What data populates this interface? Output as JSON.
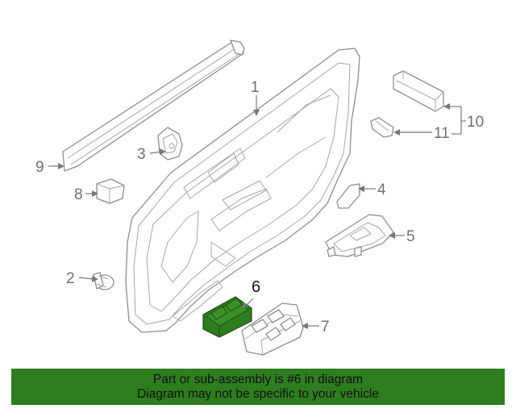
{
  "colors": {
    "banner_bg": "#2e7d1f",
    "highlight": "#2e7d1f",
    "line": "#8c8c94"
  },
  "callouts": {
    "c1": "1",
    "c2": "2",
    "c3": "3",
    "c4": "4",
    "c5": "5",
    "c6": "6",
    "c7": "7",
    "c8": "8",
    "c9": "9",
    "c10": "10",
    "c11": "11"
  },
  "banner": {
    "line1": "Part or sub-assembly is #6 in diagram",
    "line2": "Diagram may not be specific to your vehicle"
  }
}
